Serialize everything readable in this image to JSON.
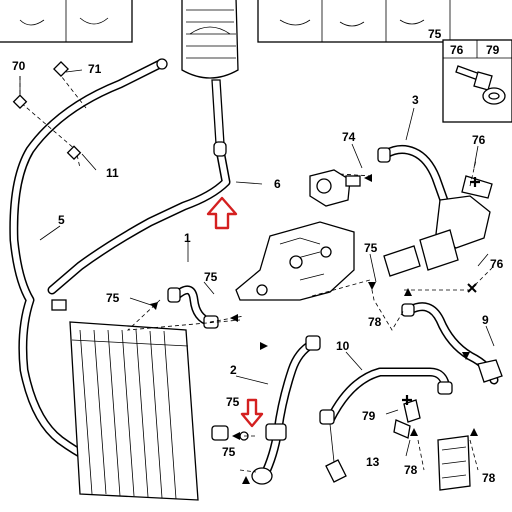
{
  "callouts": {
    "n70": "70",
    "n71": "71",
    "n11": "11",
    "n5": "5",
    "n6": "6",
    "n3": "3",
    "n74": "74",
    "n76_top": "76",
    "n79_top": "79",
    "n76_right": "76",
    "n76_mid": "76",
    "n75_top": "75",
    "n1": "1",
    "n75_a": "75",
    "n75_b": "75",
    "n75_c": "75",
    "n78_a": "78",
    "n9": "9",
    "n2": "2",
    "n10": "10",
    "n75_d": "75",
    "n75_e": "75",
    "n79_b": "79",
    "n13": "13",
    "n78_b": "78",
    "n78_c": "78"
  },
  "indicators": {
    "hose_arrow_color": "#d42020",
    "pipe_arrow_color": "#d42020"
  }
}
